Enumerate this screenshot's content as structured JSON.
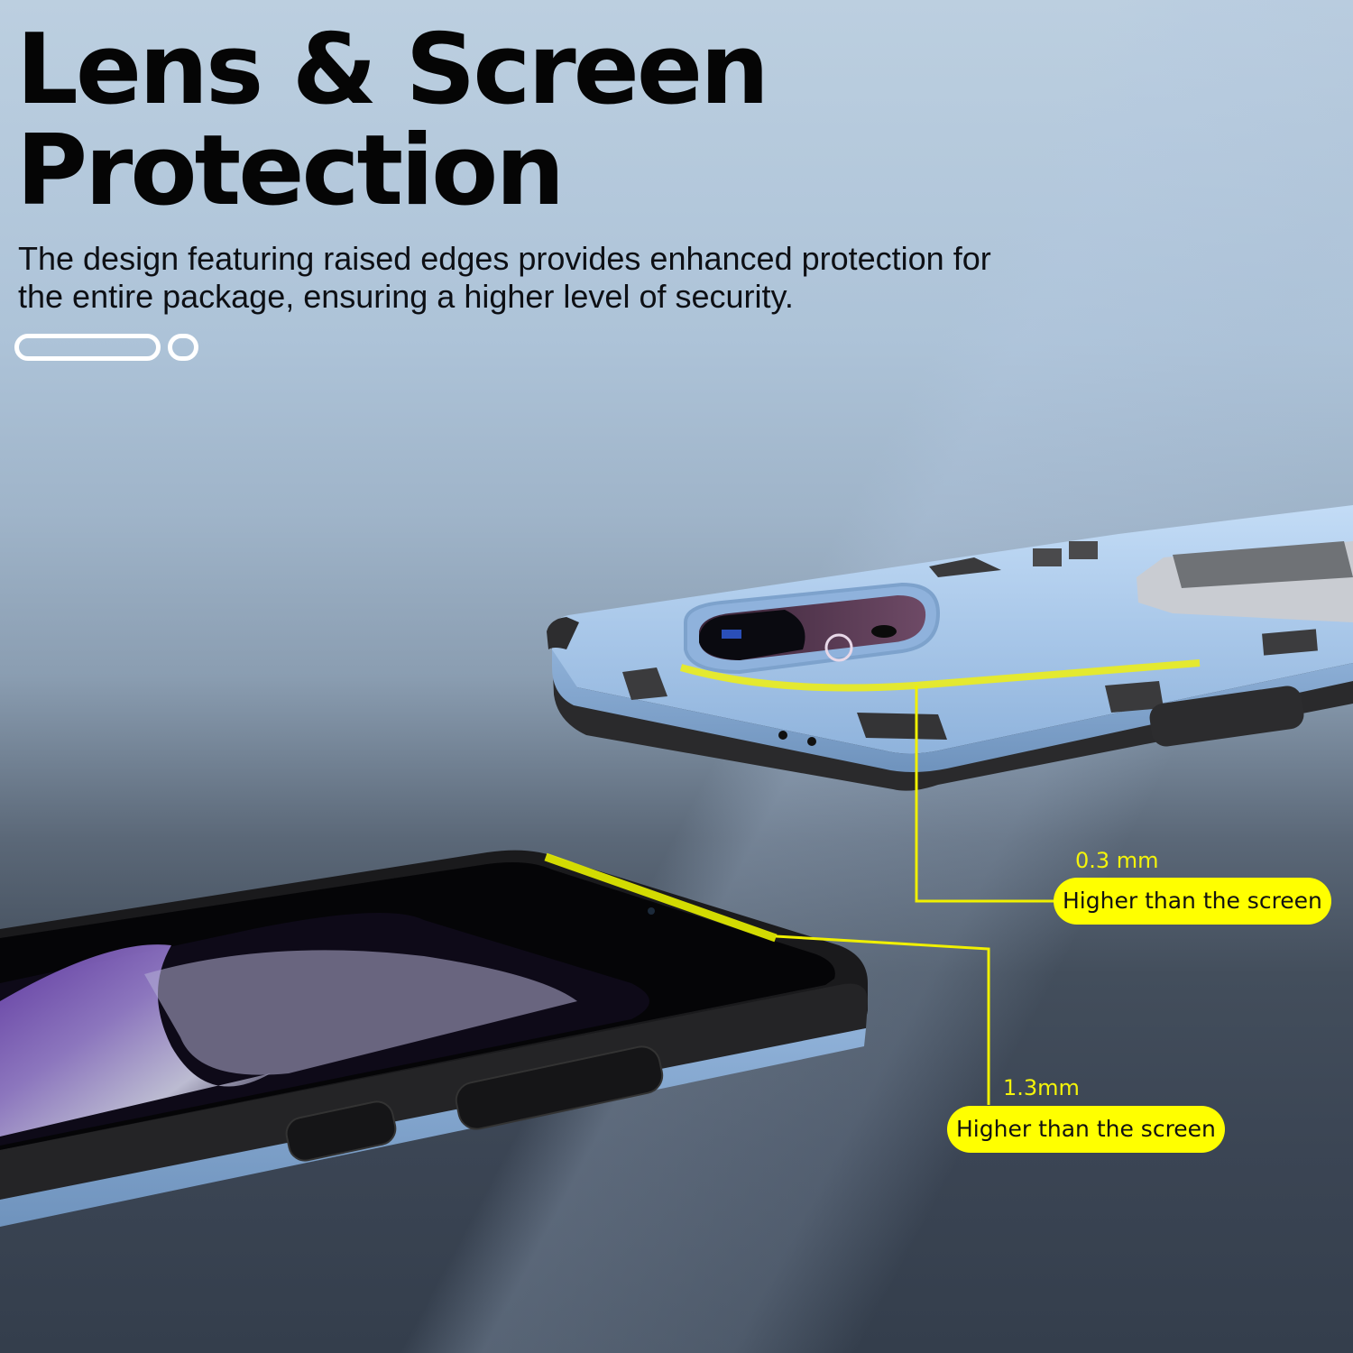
{
  "headline": {
    "line1": "Lens & Screen",
    "line2": "Protection"
  },
  "subtitle": {
    "line1": "The design featuring raised edges provides enhanced protection for",
    "line2": "the entire package, ensuring a higher level of security."
  },
  "pagination": {
    "total": 2,
    "active_index": 0
  },
  "callouts": [
    {
      "value": "0.3 mm",
      "label": "Higher than the screen",
      "target": "camera-lens-edge"
    },
    {
      "value": "1.3mm",
      "label": "Higher than the screen",
      "target": "screen-edge"
    }
  ],
  "colors": {
    "accent_yellow": "#ffff00",
    "case_blue": "#a9c9ee",
    "bumper_black": "#1a1a1a",
    "background_top": "#bccfe0",
    "background_bottom": "#343e4c"
  }
}
